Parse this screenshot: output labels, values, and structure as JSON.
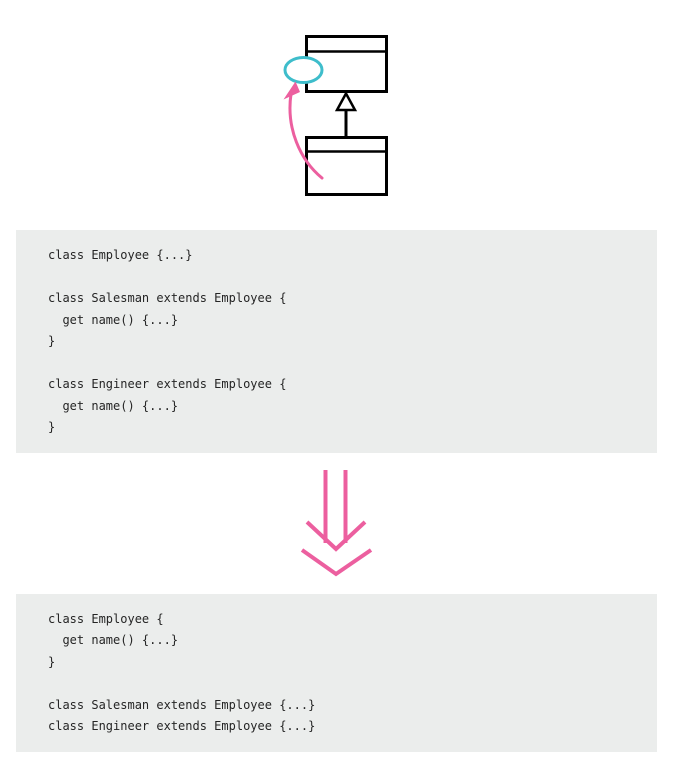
{
  "colors": {
    "page_bg": "#ffffff",
    "code_bg": "#ebedec",
    "code_text": "#252525",
    "diagram_stroke": "#000000",
    "highlight_cyan": "#3ebdcb",
    "arrow_pink": "#ec5f9f"
  },
  "code_before": {
    "lines": [
      "class Employee {...}",
      "",
      "class Salesman extends Employee {",
      "  get name() {...}",
      "}",
      "",
      "class Engineer extends Employee {",
      "  get name() {...}",
      "}"
    ]
  },
  "code_after": {
    "lines": [
      "class Employee {",
      "  get name() {...}",
      "}",
      "",
      "class Salesman extends Employee {...}",
      "class Engineer extends Employee {...}"
    ]
  }
}
